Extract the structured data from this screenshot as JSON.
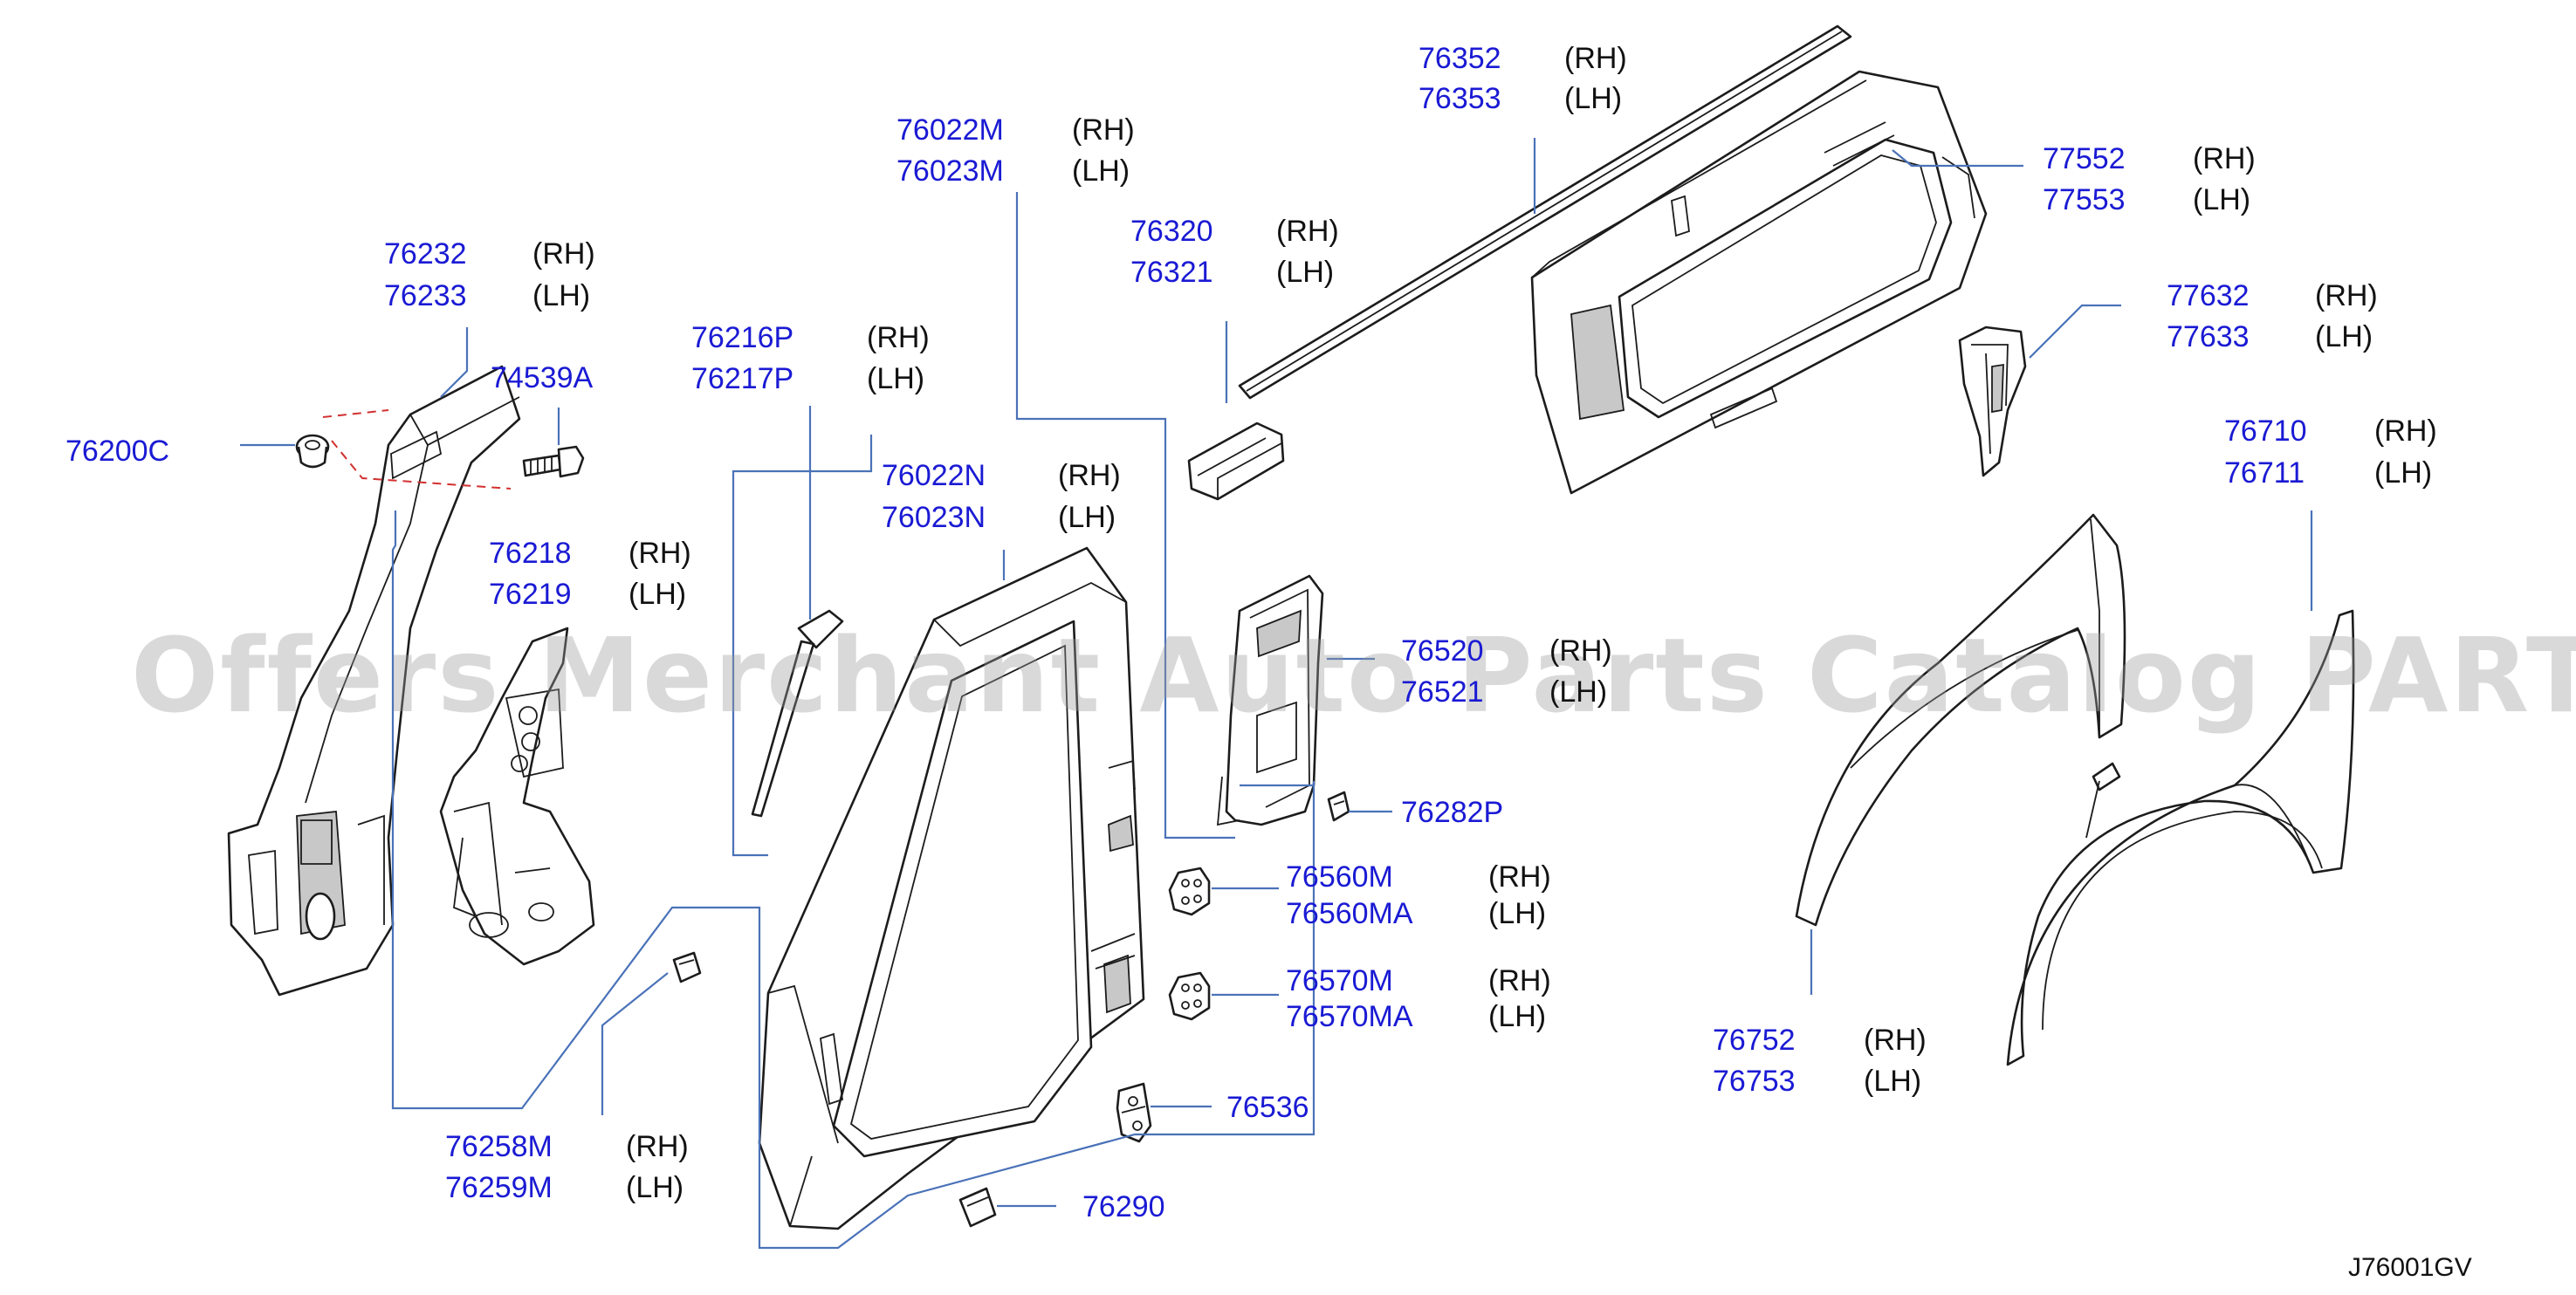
{
  "watermark": "Offers Merchant Auto Parts Catalog PARTSTORE.SA",
  "diagram_code": "J76001GV",
  "parts": [
    {
      "id": "p76352",
      "numbers": [
        "76352",
        "76353"
      ],
      "sides": [
        "(RH)",
        "(LH)"
      ]
    },
    {
      "id": "p77552",
      "numbers": [
        "77552",
        "77553"
      ],
      "sides": [
        "(RH)",
        "(LH)"
      ]
    },
    {
      "id": "p76022m",
      "numbers": [
        "76022M",
        "76023M"
      ],
      "sides": [
        "(RH)",
        "(LH)"
      ]
    },
    {
      "id": "p76320",
      "numbers": [
        "76320",
        "76321"
      ],
      "sides": [
        "(RH)",
        "(LH)"
      ]
    },
    {
      "id": "p77632",
      "numbers": [
        "77632",
        "77633"
      ],
      "sides": [
        "(RH)",
        "(LH)"
      ]
    },
    {
      "id": "p76232",
      "numbers": [
        "76232",
        "76233"
      ],
      "sides": [
        "(RH)",
        "(LH)"
      ]
    },
    {
      "id": "p76216p",
      "numbers": [
        "76216P",
        "76217P"
      ],
      "sides": [
        "(RH)",
        "(LH)"
      ]
    },
    {
      "id": "p74539a",
      "numbers": [
        "74539A"
      ],
      "sides": []
    },
    {
      "id": "p76200c",
      "numbers": [
        "76200C"
      ],
      "sides": []
    },
    {
      "id": "p76022n",
      "numbers": [
        "76022N",
        "76023N"
      ],
      "sides": [
        "(RH)",
        "(LH)"
      ]
    },
    {
      "id": "p76710",
      "numbers": [
        "76710",
        "76711"
      ],
      "sides": [
        "(RH)",
        "(LH)"
      ]
    },
    {
      "id": "p76218",
      "numbers": [
        "76218",
        "76219"
      ],
      "sides": [
        "(RH)",
        "(LH)"
      ]
    },
    {
      "id": "p76520",
      "numbers": [
        "76520",
        "76521"
      ],
      "sides": [
        "(RH)",
        "(LH)"
      ]
    },
    {
      "id": "p76282p",
      "numbers": [
        "76282P"
      ],
      "sides": []
    },
    {
      "id": "p76560m",
      "numbers": [
        "76560M",
        "76560MA"
      ],
      "sides": [
        "(RH)",
        "(LH)"
      ]
    },
    {
      "id": "p76570m",
      "numbers": [
        "76570M",
        "76570MA"
      ],
      "sides": [
        "(RH)",
        "(LH)"
      ]
    },
    {
      "id": "p76536",
      "numbers": [
        "76536"
      ],
      "sides": []
    },
    {
      "id": "p76752",
      "numbers": [
        "76752",
        "76753"
      ],
      "sides": [
        "(RH)",
        "(LH)"
      ]
    },
    {
      "id": "p76258m",
      "numbers": [
        "76258M",
        "76259M"
      ],
      "sides": [
        "(RH)",
        "(LH)"
      ]
    },
    {
      "id": "p76290",
      "numbers": [
        "76290"
      ],
      "sides": []
    }
  ]
}
